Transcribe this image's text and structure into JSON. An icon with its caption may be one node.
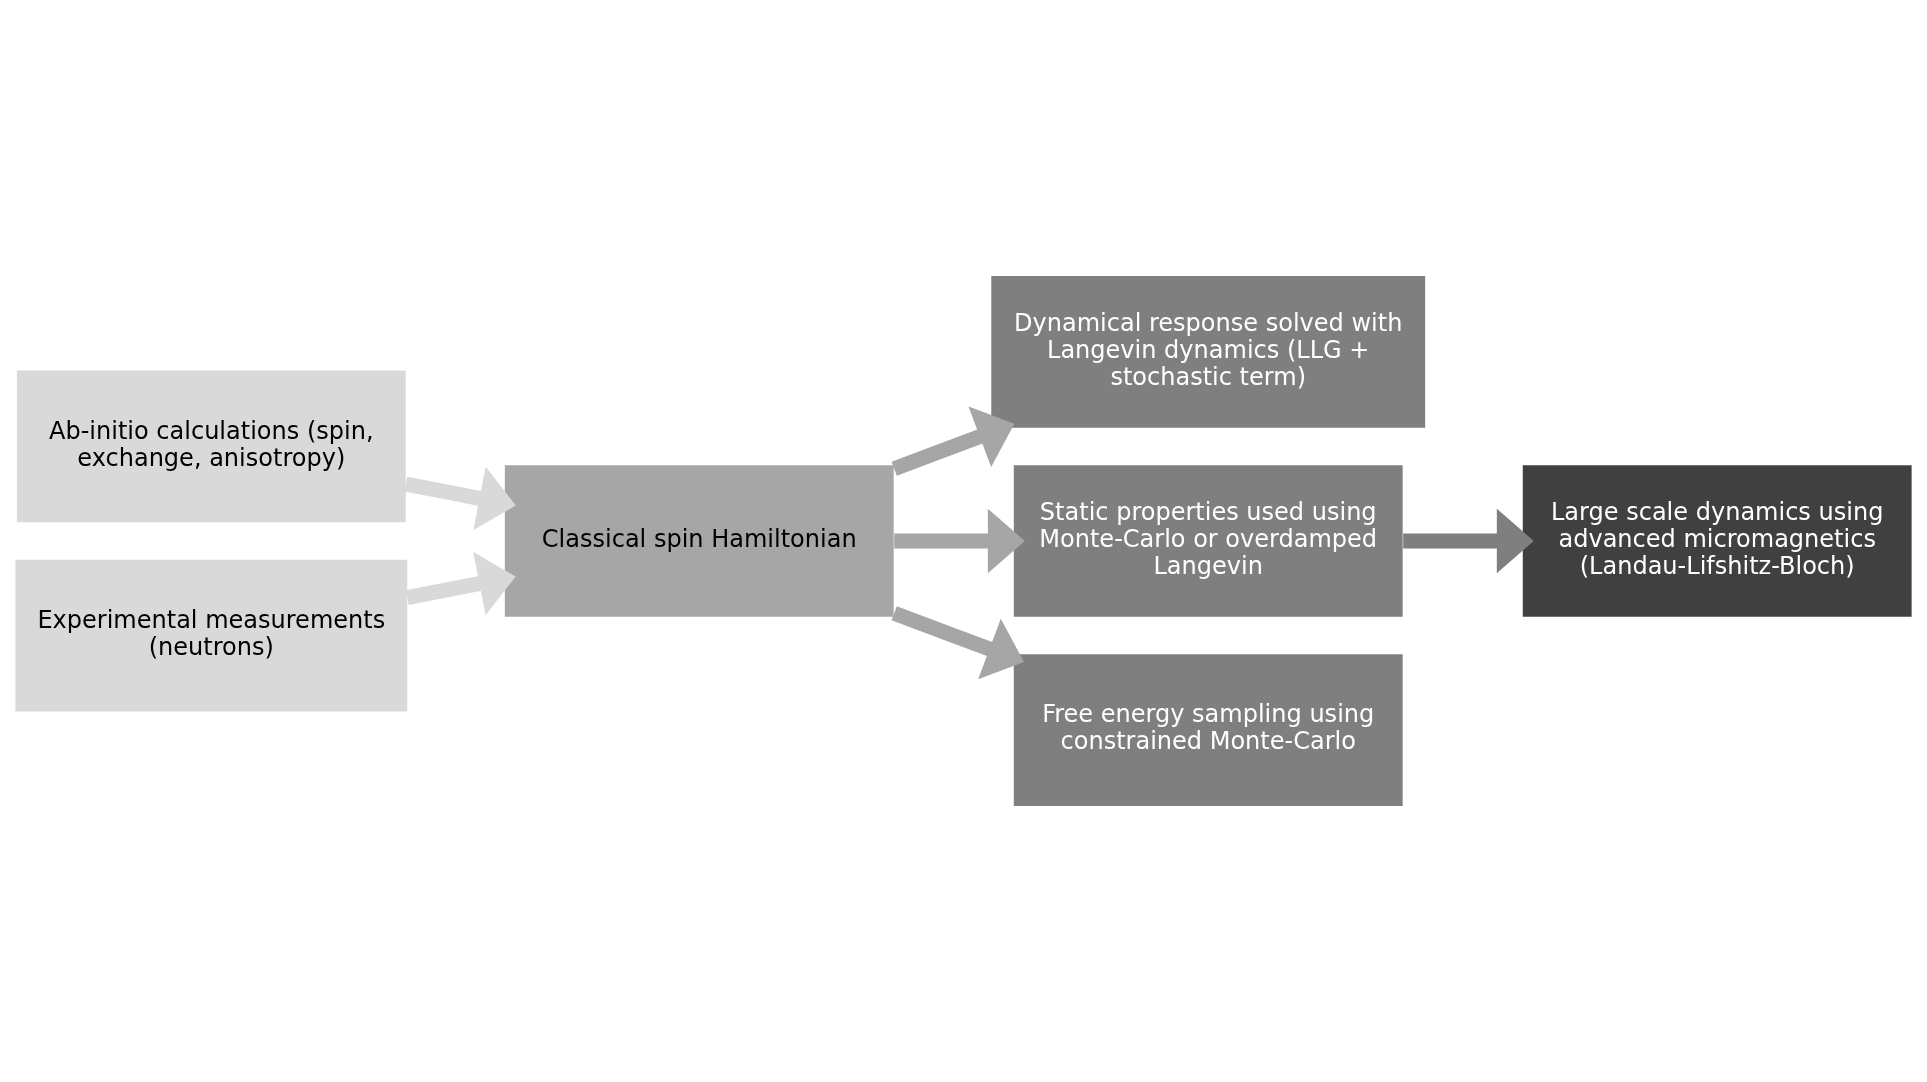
{
  "diagram": {
    "nodes": [
      {
        "text": [
          "Ab-initio calculations (spin, exchange, anisotropy)"
        ]
      },
      {
        "text": [
          "Classical spin Hamiltonian"
        ]
      },
      {
        "text": [
          "Experimental measurements (neutrons)"
        ]
      },
      {
        "text": [
          "Dynamical response solved with Langevin dynamics (LLG + stochastic term)"
        ]
      },
      {
        "text": [
          "Static properties used using Monte-Carlo or overdamped Langevin"
        ]
      },
      {
        "text": [
          "Free energy sampling using constrained Monte-Carlo"
        ]
      },
      {
        "text": [
          "Large scale dynamics using advanced micromagnetics (Landau-Lifshitz-Bloch)"
        ]
      }
    ],
    "edges": [
      {
        "from": 0,
        "to": 1,
        "arrow": "to",
        "color": "#d9d9d9"
      },
      {
        "from": 2,
        "to": 1,
        "arrow": "to",
        "color": "#d9d9d9"
      },
      {
        "from": 1,
        "to": 3,
        "arrow": "to"
      },
      {
        "from": 1,
        "to": 4,
        "arrow": "to"
      },
      {
        "from": 1,
        "to": 5,
        "arrow": "to"
      },
      {
        "from": 4,
        "to": 6,
        "arrow": "to",
        "color": "#7f7f7f"
      }
    ]
  }
}
